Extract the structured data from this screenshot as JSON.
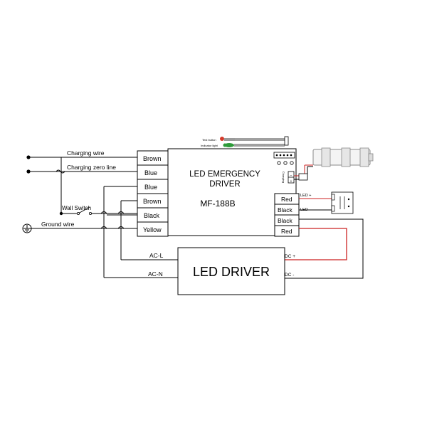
{
  "emergency_driver": {
    "title_line1": "LED EMERGENCY",
    "title_line2": "DRIVER",
    "model": "MF-188B",
    "charging_label": "Charging",
    "left_terminals": [
      "Brown",
      "Blue",
      "Blue",
      "Brown",
      "Black",
      "Yellow"
    ],
    "right_terminals": [
      "Red",
      "Black",
      "Black",
      "Red"
    ]
  },
  "led_driver": {
    "title": "LED DRIVER",
    "ac_l": "AC-L",
    "ac_n": "AC-N",
    "dc_plus": "DC +",
    "dc_minus": "DC -"
  },
  "wires": {
    "charging_wire": "Charging wire",
    "charging_zero_line": "Charging zero line",
    "wall_switch": "Wall Switch",
    "ground_wire": "Ground wire"
  },
  "accessories": {
    "test_button": "Test button",
    "indicator_light": "Indicator light"
  },
  "led_output": {
    "plus": "LED +",
    "minus": "LED -"
  },
  "colors": {
    "line": "#000000",
    "red_wire": "#cc2222",
    "indicator_green": "#2e9b3a",
    "indicator_red": "#d43a2a",
    "module_fill": "#f4f4f4"
  }
}
